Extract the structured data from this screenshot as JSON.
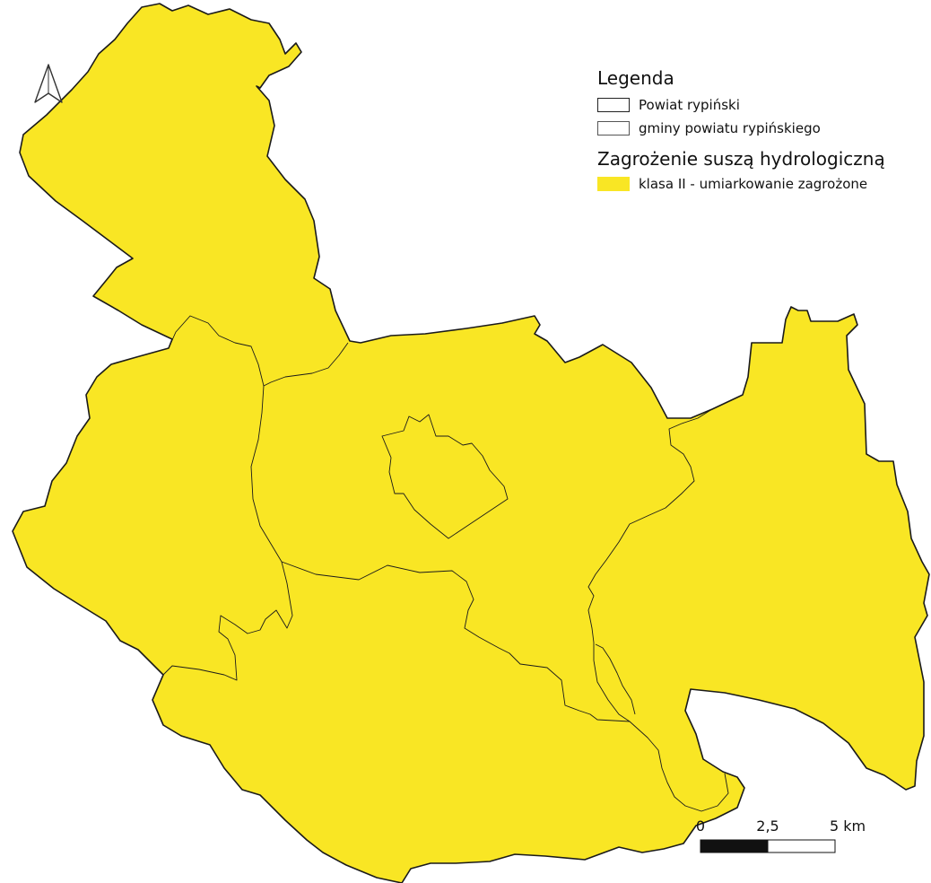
{
  "legend": {
    "title": "Legenda",
    "items": [
      {
        "label": "Powiat rypiński"
      },
      {
        "label": "gminy powiatu rypińskiego"
      }
    ],
    "subtitle": "Zagrożenie suszą hydrologiczną",
    "classes": [
      {
        "label": "klasa II - umiarkowanie zagrożone",
        "color": "#f9e624"
      }
    ]
  },
  "scale_bar": {
    "ticks": [
      "0",
      "2,5",
      "5 km"
    ]
  },
  "colors": {
    "fill": "#f9e624",
    "outline": "#1a1a1a"
  },
  "icons": {
    "north_arrow": "north-arrow-icon"
  }
}
